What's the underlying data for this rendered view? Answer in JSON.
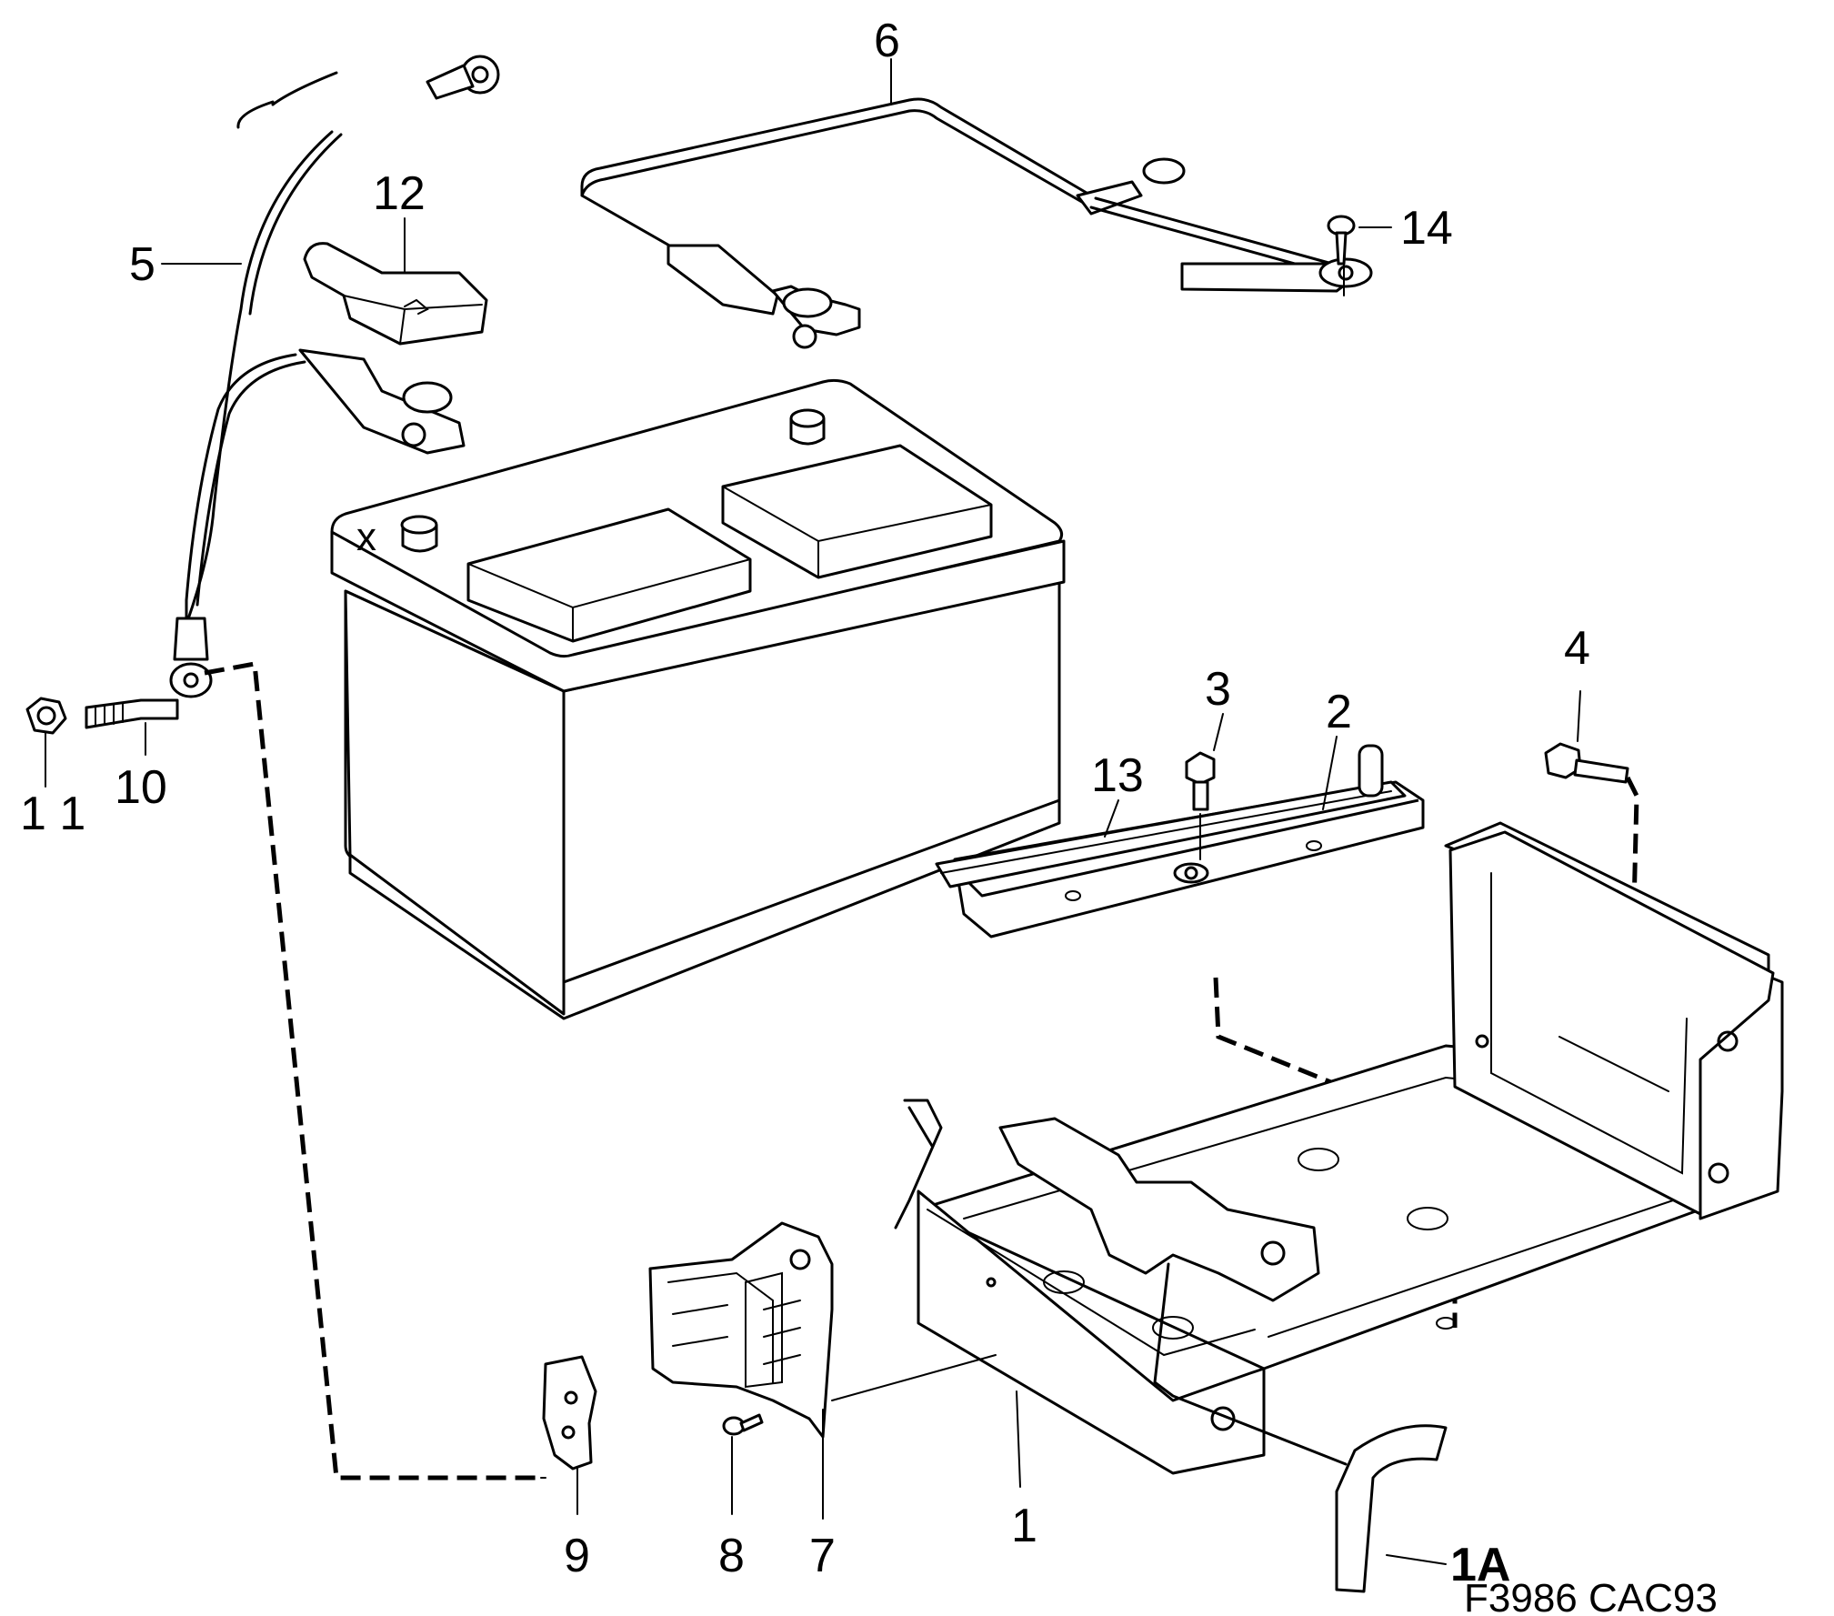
{
  "callouts": {
    "c1": "1",
    "c1a": "1A",
    "c2": "2",
    "c3": "3",
    "c4": "4",
    "c5": "5",
    "c6": "6",
    "c7": "7",
    "c8": "8",
    "c9": "9",
    "c10": "10",
    "c11": "1 1",
    "c12": "12",
    "c13": "13",
    "c14": "14"
  },
  "battery_mark": "x",
  "reference_code": "F3986  CAC93"
}
